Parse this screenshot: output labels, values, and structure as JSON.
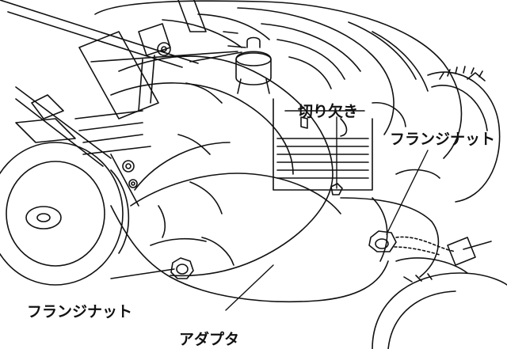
{
  "labels": {
    "notch": "切り欠き",
    "flange_nut_right": "フランジナット",
    "flange_nut_left": "フランジナット",
    "adapter": "アダプタ"
  },
  "colors": {
    "ink": "#111111",
    "background": "#ffffff"
  }
}
